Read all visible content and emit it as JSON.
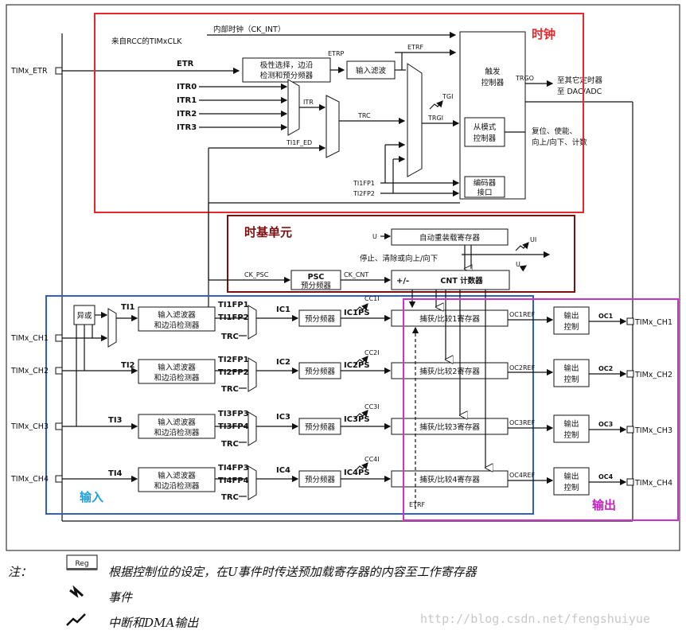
{
  "regions": {
    "clock": "时钟",
    "timebase": "时基单元",
    "input": "输入",
    "output": "输出"
  },
  "clock": {
    "internal_clock": "内部时钟（CK_INT）",
    "from_rcc": "来自RCC的TIMxCLK",
    "etr": "ETR",
    "etrp": "ETRP",
    "etrf": "ETRF",
    "polarity_line1": "极性选择，边沿",
    "polarity_line2": "检测和预分频器",
    "input_filter": "输入滤波",
    "itr0": "ITR0",
    "itr1": "ITR1",
    "itr2": "ITR2",
    "itr3": "ITR3",
    "itr": "ITR",
    "trc": "TRC",
    "ti1f_ed": "TI1F_ED",
    "tgi": "TGI",
    "trgi": "TRGI",
    "ti1fp1": "TI1FP1",
    "ti2fp2": "TI2FP2",
    "trigger_ctrl_line1": "触发",
    "trigger_ctrl_line2": "控制器",
    "slave_line1": "从模式",
    "slave_line2": "控制器",
    "encoder_line1": "编码器",
    "encoder_line2": "接口",
    "trgo": "TRGO",
    "to_timers_line1": "至其它定时器",
    "to_timers_line2": "至 DAC/ADC",
    "reset_line1": "复位、使能、",
    "reset_line2": "向上/向下、计数"
  },
  "timebase": {
    "u": "U",
    "autoreload": "自动重装载寄存器",
    "ui": "UI",
    "stop_clear": "停止、清除或向上/向下",
    "ck_psc": "CK_PSC",
    "psc_title": "PSC",
    "psc_sub": "预分频器",
    "ck_cnt": "CK_CNT",
    "cnt_sign": "+/-",
    "cnt_label": "CNT 计数器"
  },
  "pins": {
    "etr": "TIMx_ETR",
    "ch1": "TIMx_CH1",
    "ch2": "TIMx_CH2",
    "ch3": "TIMx_CH3",
    "ch4": "TIMx_CH4",
    "out_ch1": "TIMx_CH1",
    "out_ch2": "TIMx_CH2",
    "out_ch3": "TIMx_CH3",
    "out_ch4": "TIMx_CH4"
  },
  "input": {
    "xor": "异或",
    "filter_line1": "输入滤波器",
    "filter_line2": "和边沿检测器",
    "prescaler": "预分频器",
    "ti1": "TI1",
    "ti2": "TI2",
    "ti3": "TI3",
    "ti4": "TI4",
    "ti1fp1": "TI1FP1",
    "ti1fp2": "TI1FP2",
    "ti2fp1": "TI2FP1",
    "ti2fp2": "TI2FP2",
    "ti3fp3": "TI3FP3",
    "ti3fp4": "TI3FP4",
    "ti4fp3": "TI4FP3",
    "ti4fp4": "TI4FP4",
    "trc": "TRC",
    "ic1": "IC1",
    "ic2": "IC2",
    "ic3": "IC3",
    "ic4": "IC4",
    "ic1ps": "IC1PS",
    "ic2ps": "IC2PS",
    "ic3ps": "IC3PS",
    "ic4ps": "IC4PS",
    "cc1i": "CC1I",
    "cc2i": "CC2I",
    "cc3i": "CC3I",
    "cc4i": "CC4I",
    "etrf": "ETRF"
  },
  "capture": {
    "ch1": "捕获/比较1寄存器",
    "ch2": "捕获/比较2寄存器",
    "ch3": "捕获/比较3寄存器",
    "ch4": "捕获/比较4寄存器",
    "u": "U"
  },
  "output": {
    "ctrl_line1": "输出",
    "ctrl_line2": "控制",
    "oc1ref": "OC1REF",
    "oc2ref": "OC2REF",
    "oc3ref": "OC3REF",
    "oc4ref": "OC4REF",
    "oc1": "OC1",
    "oc2": "OC2",
    "oc3": "OC3",
    "oc4": "OC4"
  },
  "legend": {
    "note_label": "注：",
    "reg_box": "Reg",
    "reg_desc": "根据控制位的设定，在U事件时传送预加载寄存器的内容至工作寄存器",
    "event_desc": "事件",
    "irq_desc": "中断和DMA输出"
  },
  "watermark": "http://blog.csdn.net/fengshuiyue",
  "colors": {
    "clock_region": "#e8262b",
    "timebase_region": "#7a1010",
    "input_region": "#3060c0",
    "output_region": "#d030d0"
  }
}
